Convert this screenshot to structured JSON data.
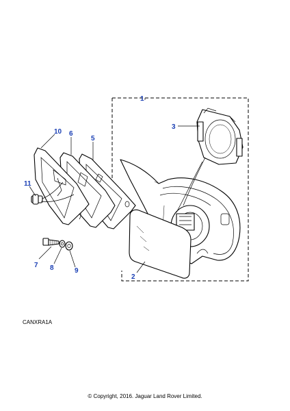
{
  "diagram": {
    "callouts": {
      "c1": "1",
      "c2": "2",
      "c3": "3",
      "c5": "5",
      "c6": "6",
      "c7": "7",
      "c8": "8",
      "c9": "9",
      "c10": "10",
      "c11": "11"
    },
    "reference_code": "CANXRA1A",
    "copyright": "© Copyright, 2016. Jaguar Land Rover Limited."
  },
  "colors": {
    "callout": "#1a3fb4",
    "line": "#000000",
    "background": "#ffffff"
  }
}
